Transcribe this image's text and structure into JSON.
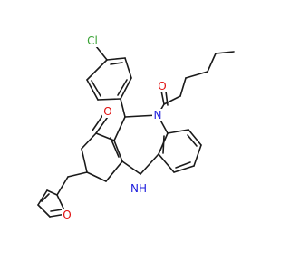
{
  "atoms": {
    "cl": {
      "text": "Cl",
      "color": "#3aa335"
    },
    "o_ketone": {
      "text": "O",
      "color": "#e01010"
    },
    "o_amide": {
      "text": "O",
      "color": "#e01010"
    },
    "o_furan": {
      "text": "O",
      "color": "#e01010"
    },
    "n_amide": {
      "text": "N",
      "color": "#2020dd"
    },
    "n_amine": {
      "text": "NH",
      "color": "#2020dd"
    }
  },
  "colors": {
    "bond": "#1a1a1a",
    "background": "#ffffff"
  }
}
